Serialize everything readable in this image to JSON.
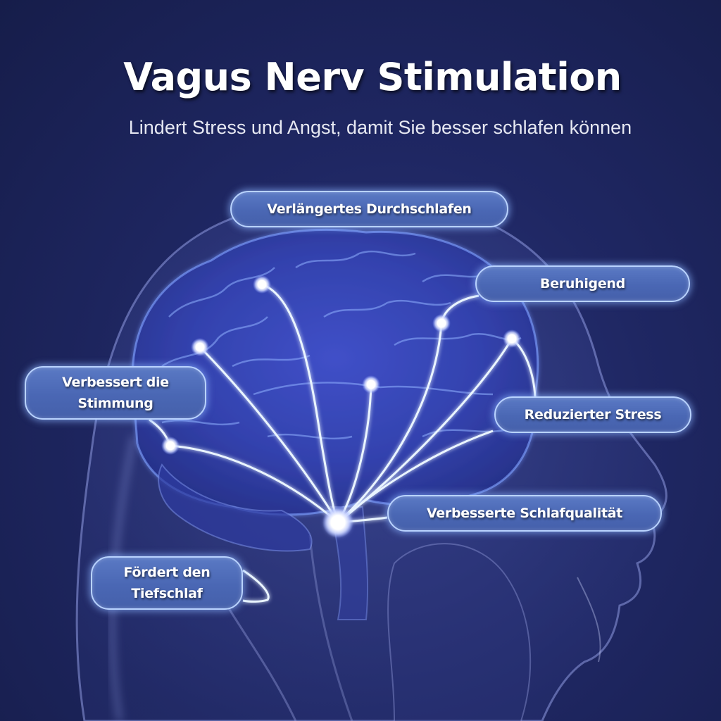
{
  "header": {
    "title": "Vagus Nerv Stimulation",
    "subtitle": "Lindert Stress und Angst, damit Sie besser schlafen können"
  },
  "labels": [
    {
      "id": "verlaengertes-durchschlafen",
      "text": "Verlängertes Durchschlafen"
    },
    {
      "id": "beruhigend",
      "text": "Beruhigend"
    },
    {
      "id": "verbessert-stimmung",
      "line1": "Verbessert die",
      "line2": "Stimmung"
    },
    {
      "id": "reduzierter-stress",
      "text": "Reduzierter Stress"
    },
    {
      "id": "verbesserte-schlafqualitaet",
      "text": "Verbesserte Schlafqualität"
    },
    {
      "id": "foerdert-tiefschlaf",
      "line1": "Fördert den",
      "line2": "Tiefschlaf"
    }
  ],
  "colors": {
    "background": "#1b2356",
    "brain": "#3a47b8",
    "pill_fill": "#4e6bb8",
    "pill_border": "#b9d3ff",
    "nerve_line": "#e8f4ff"
  }
}
